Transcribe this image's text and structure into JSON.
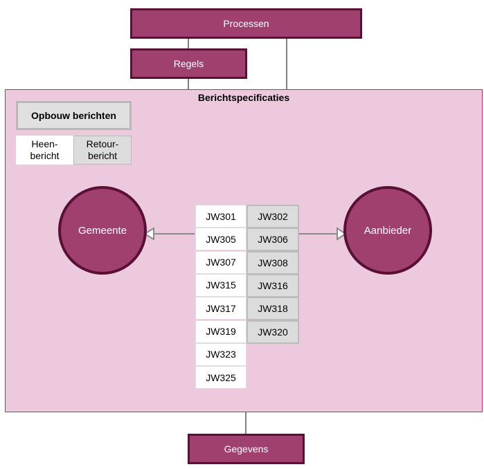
{
  "top": {
    "processen": "Processen",
    "regels": "Regels"
  },
  "container": {
    "title": "Berichtspecificaties"
  },
  "legend": {
    "title": "Opbouw berichten",
    "heen_line1": "Heen-",
    "heen_line2": "bericht",
    "retour_line1": "Retour-",
    "retour_line2": "bericht"
  },
  "actors": {
    "left": "Gemeente",
    "right": "Aanbieder"
  },
  "messages": {
    "heen": [
      "JW301",
      "JW305",
      "JW307",
      "JW315",
      "JW317",
      "JW319",
      "JW323",
      "JW325"
    ],
    "retour": [
      "JW302",
      "JW306",
      "JW308",
      "JW316",
      "JW318",
      "JW320"
    ]
  },
  "bottom": {
    "gegevens": "Gegevens"
  },
  "colors": {
    "box_fill": "#a0406f",
    "box_border": "#5a0f35",
    "container_fill": "#ecc9dc",
    "retour_fill": "#dcdcdc"
  }
}
